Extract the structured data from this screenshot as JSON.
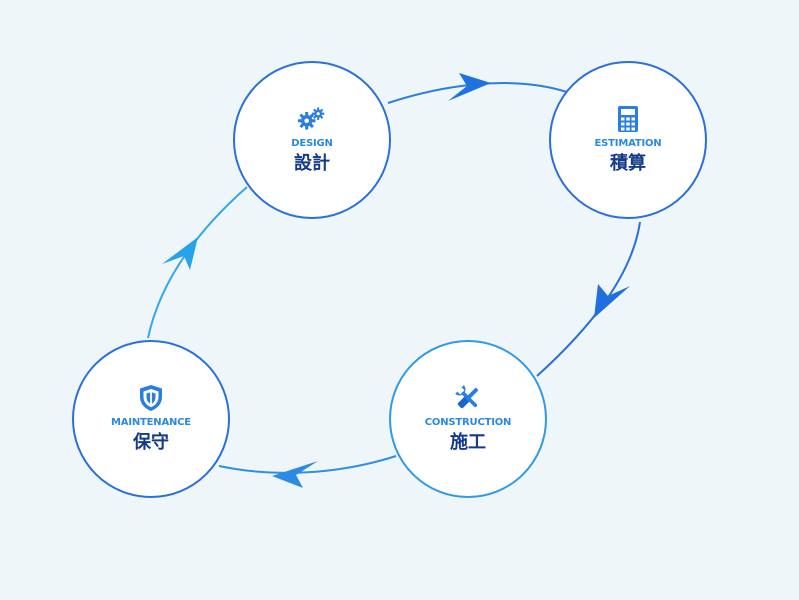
{
  "colors": {
    "background": "#eff6fa",
    "primary_blue": "#2a6fdc",
    "light_blue": "#2f9ae6",
    "label_blue": "#2a8ae0",
    "title_navy": "#163a8a"
  },
  "nodes": [
    {
      "id": "design",
      "label_en": "DESIGN",
      "label_ja": "設計",
      "icon": "gears-icon"
    },
    {
      "id": "estimation",
      "label_en": "ESTIMATION",
      "label_ja": "積算",
      "icon": "calculator-icon"
    },
    {
      "id": "construction",
      "label_en": "CONSTRUCTION",
      "label_ja": "施工",
      "icon": "wrench-screwdriver-icon"
    },
    {
      "id": "maintenance",
      "label_en": "MAINTENANCE",
      "label_ja": "保守",
      "icon": "shield-icon"
    }
  ],
  "edges": [
    {
      "from": "design",
      "to": "estimation"
    },
    {
      "from": "estimation",
      "to": "construction"
    },
    {
      "from": "construction",
      "to": "maintenance"
    },
    {
      "from": "maintenance",
      "to": "design"
    }
  ]
}
